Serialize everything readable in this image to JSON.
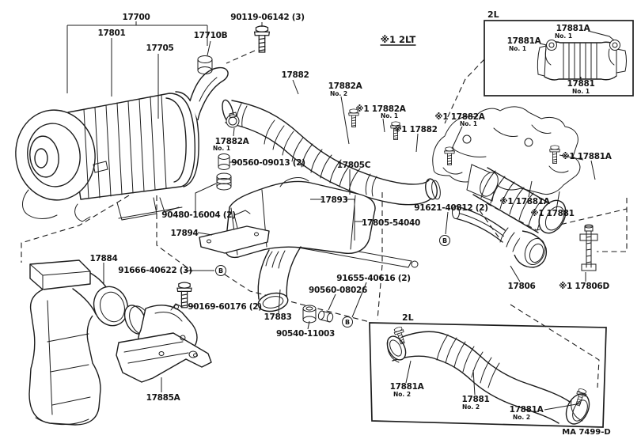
{
  "doc": {
    "footer_code": "MA 7499-D",
    "variant_note": "※1 2LT"
  },
  "callouts": {
    "b": "B"
  },
  "labels": [
    {
      "text": "17700"
    },
    {
      "text": "17801"
    },
    {
      "text": "17705"
    },
    {
      "text": "17710B"
    },
    {
      "text": "90119-06142 (3)"
    },
    {
      "text": "※1 2LT"
    },
    {
      "text": "2L"
    },
    {
      "text": "17881A",
      "sub": "No. 1"
    },
    {
      "text": "17881A",
      "sub": "No. 1"
    },
    {
      "text": "17881",
      "sub": "No. 1"
    },
    {
      "text": "17882"
    },
    {
      "text": "17882A",
      "sub": "No. 2"
    },
    {
      "text": "※1 17882A",
      "sub": "No. 1"
    },
    {
      "text": "※1 17882"
    },
    {
      "text": "※1 17882A",
      "sub": "No. 1"
    },
    {
      "text": "17882A",
      "sub": "No. 1"
    },
    {
      "text": "90560-09013 (2)"
    },
    {
      "text": "17805C"
    },
    {
      "text": "90480-16004 (2)"
    },
    {
      "text": "17893"
    },
    {
      "text": "17805-54040"
    },
    {
      "text": "91621-40812 (2)"
    },
    {
      "text": "17894"
    },
    {
      "text": "17884"
    },
    {
      "text": "91666-40622 (3)"
    },
    {
      "text": "90169-60176 (2)"
    },
    {
      "text": "17883"
    },
    {
      "text": "90540-11003"
    },
    {
      "text": "90560-08026"
    },
    {
      "text": "91655-40616 (2)"
    },
    {
      "text": "17885A"
    },
    {
      "text": "※1 17881A"
    },
    {
      "text": "※1 17881A"
    },
    {
      "text": "※1 17881"
    },
    {
      "text": "17806"
    },
    {
      "text": "※1 17806D"
    },
    {
      "text": "2L"
    },
    {
      "text": "17881A",
      "sub": "No. 2"
    },
    {
      "text": "17881",
      "sub": "No. 2"
    },
    {
      "text": "17881A",
      "sub": "No. 2"
    },
    {
      "text": "MA 7499-D"
    }
  ]
}
